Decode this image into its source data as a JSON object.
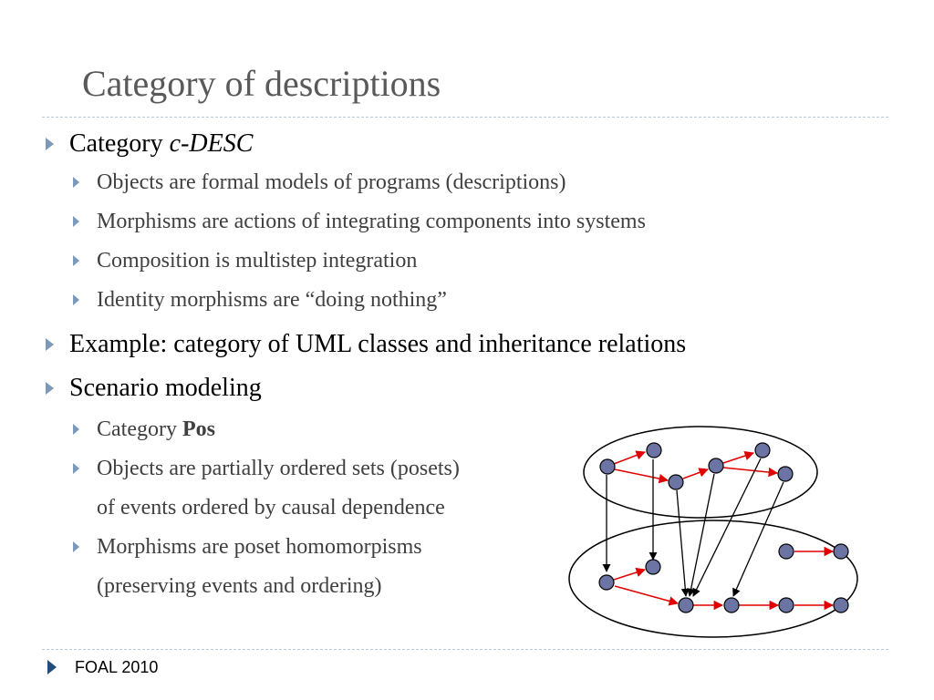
{
  "slide": {
    "title": "Category of descriptions",
    "bullets": {
      "b1_text": "Category ",
      "b1_italic": "c-DESC",
      "b1_sub": [
        "Objects are formal models of programs (descriptions)",
        "Morphisms are actions of integrating components into systems",
        "Composition is multistep integration",
        "Identity morphisms are “doing nothing”"
      ],
      "b2_text": "Example: category of UML classes and inheritance relations",
      "b3_text": "Scenario modeling",
      "b3_sub1_text": "Category ",
      "b3_sub1_bold": "Pos",
      "b3_sub2_line1": "Objects are partially ordered sets (posets)",
      "b3_sub2_line2": "of events ordered by causal dependence",
      "b3_sub3_line1": "Morphisms are poset homomorpisms",
      "b3_sub3_line2": "(preserving events and ordering)"
    },
    "footer": "FOAL 2010"
  },
  "colors": {
    "title": "#595959",
    "bullet_marker": "#7b99b8",
    "node_fill": "#6b74a3",
    "order_arrow": "#e00000",
    "morphism_arrow": "#000000"
  }
}
